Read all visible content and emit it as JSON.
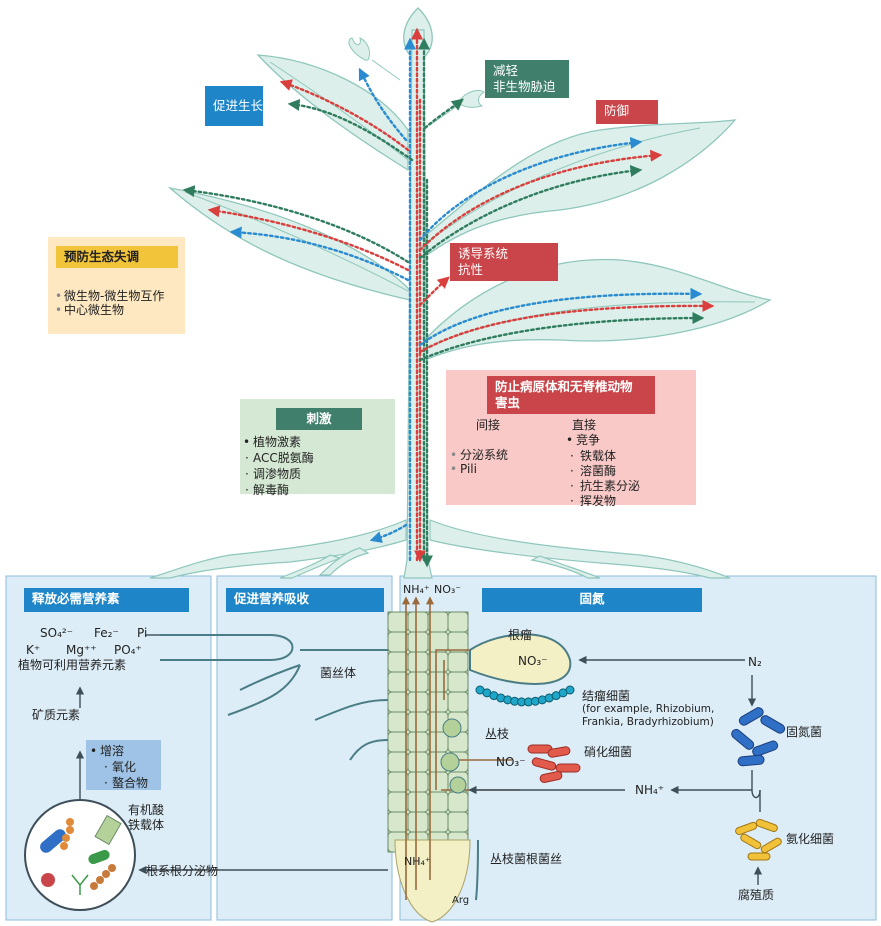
{
  "labels": {
    "promote_growth": "促进生长",
    "abiotic_stress": "减轻\n非生物胁迫",
    "defense": "防御",
    "isr": "诱导系统\n抗性",
    "dysbiosis_title": "预防生态失调",
    "dysbiosis_items": [
      "微生物-微生物互作",
      "中心微生物"
    ],
    "stim_title": "刺激",
    "stim_items": [
      "植物激素",
      "ACC脱氨酶",
      "调渗物质",
      "解毒酶"
    ],
    "pathogen_title": "防止病原体和无脊椎动物\n害虫",
    "indirect": "间接",
    "indirect_items": [
      "分泌系统",
      "Pili"
    ],
    "direct": "直接",
    "direct_items": [
      "竞争",
      "铁载体",
      "溶菌酶",
      "抗生素分泌",
      "挥发物"
    ],
    "release_title": "释放必需营养素",
    "uptake_title": "促进营养吸收",
    "nfix_title": "固氮",
    "ions": {
      "so4": "SO₄²⁻",
      "fe2": "Fe₂⁻",
      "pi": "Pi",
      "k": "K⁺",
      "mg": "Mg⁺⁺",
      "po4": "PO₄⁺"
    },
    "plant_avail": "植物可利用营养元素",
    "mineral": "矿质元素",
    "solub_items": [
      "增溶",
      "氧化",
      "螯合物"
    ],
    "organic_acid": "有机酸\n铁载体",
    "root_exudate": "根系根分泌物",
    "hyphae": "菌丝体",
    "nodule": "根瘤",
    "no3_in": "NO₃⁻",
    "n2": "N₂",
    "rhizobia": "结瘤细菌",
    "rhizobia_eg": "(for example, Rhizobium,\nFrankia, Bradyrhizobium)",
    "arbuscule": "丛枝",
    "nitrifier": "硝化细菌",
    "no3_left": "NO₃⁻",
    "nh4_mid": "NH₄⁺",
    "n_fixer": "固氮菌",
    "ammonifier": "氨化细菌",
    "humus": "腐殖质",
    "amf": "丛枝菌根菌丝",
    "nh4_root": "NH₄⁺",
    "arg": "Arg",
    "top_nh4": "NH₄⁺",
    "top_no3": "NO₃⁻"
  },
  "colors": {
    "leaf": "#dcefea",
    "leaf_stroke": "#8fc7bc",
    "blue_hdr": "#1e86c8",
    "red_hdr": "#c9454a",
    "green_hdr": "#3f7f6c",
    "dots_blue": "#2a8bd0",
    "dots_red": "#d9403d",
    "dots_green": "#2f7d5e",
    "soil": "#dcedf7",
    "brown": "#9a6a3c"
  }
}
